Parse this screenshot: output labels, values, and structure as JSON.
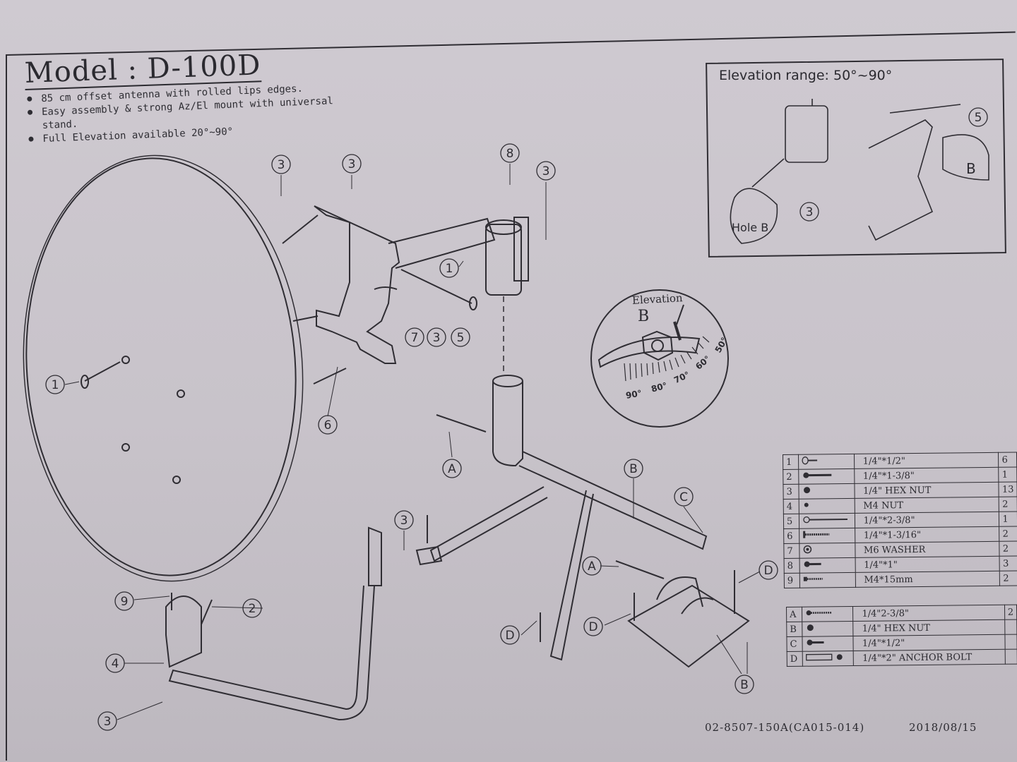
{
  "header": {
    "model_title": "Model : D-100D",
    "features": [
      "85 cm offset antenna with rolled  lips edges.",
      "Easy assembly & strong Az/El mount with universal stand.",
      "Full Elevation available 20°~90°"
    ]
  },
  "inset": {
    "title": "Elevation range: 50°~90°",
    "hole_label": "Hole B",
    "detail_label": "B",
    "callout": "5",
    "callout_nut": "3"
  },
  "elevation_dial": {
    "label": "Elevation",
    "marker": "B",
    "degrees": [
      "90°",
      "80°",
      "70°",
      "60°",
      "50°"
    ]
  },
  "callouts": {
    "numbers": [
      "1",
      "2",
      "3",
      "4",
      "5",
      "6",
      "7",
      "8",
      "9"
    ],
    "letters": [
      "A",
      "B",
      "C",
      "D"
    ]
  },
  "parts_numbered": [
    {
      "no": "1",
      "icon": "carriage-bolt-short-icon",
      "desc": "1/4\"*1/2\"",
      "qty": "6"
    },
    {
      "no": "2",
      "icon": "bolt-medium-icon",
      "desc": "1/4\"*1-3/8\"",
      "qty": "1"
    },
    {
      "no": "3",
      "icon": "hex-nut-icon",
      "desc": "1/4\" HEX NUT",
      "qty": "13"
    },
    {
      "no": "4",
      "icon": "small-nut-icon",
      "desc": "M4 NUT",
      "qty": "2"
    },
    {
      "no": "5",
      "icon": "long-bolt-icon",
      "desc": "1/4\"*2-3/8\"",
      "qty": "1"
    },
    {
      "no": "6",
      "icon": "screw-icon",
      "desc": "1/4\"*1-3/16\"",
      "qty": "2"
    },
    {
      "no": "7",
      "icon": "washer-icon",
      "desc": "M6 WASHER",
      "qty": "2"
    },
    {
      "no": "8",
      "icon": "bolt-short-icon",
      "desc": "1/4\"*1\"",
      "qty": "3"
    },
    {
      "no": "9",
      "icon": "machine-screw-icon",
      "desc": "M4*15mm",
      "qty": "2"
    }
  ],
  "parts_lettered": [
    {
      "no": "A",
      "icon": "lag-bolt-icon",
      "desc": "1/4\"2-3/8\"",
      "qty": "2"
    },
    {
      "no": "B",
      "icon": "hex-nut-icon",
      "desc": "1/4\"  HEX NUT",
      "qty": ""
    },
    {
      "no": "C",
      "icon": "bolt-short-icon",
      "desc": "1/4\"*1/2\"",
      "qty": ""
    },
    {
      "no": "D",
      "icon": "anchor-bolt-icon",
      "desc": "1/4\"*2\" ANCHOR BOLT",
      "qty": ""
    }
  ],
  "footer": {
    "part_code": "02-8507-150A(CA015-014)",
    "date": "2018/08/15"
  },
  "colors": {
    "paper": "#cbc6cd",
    "ink": "#2f2d33"
  }
}
